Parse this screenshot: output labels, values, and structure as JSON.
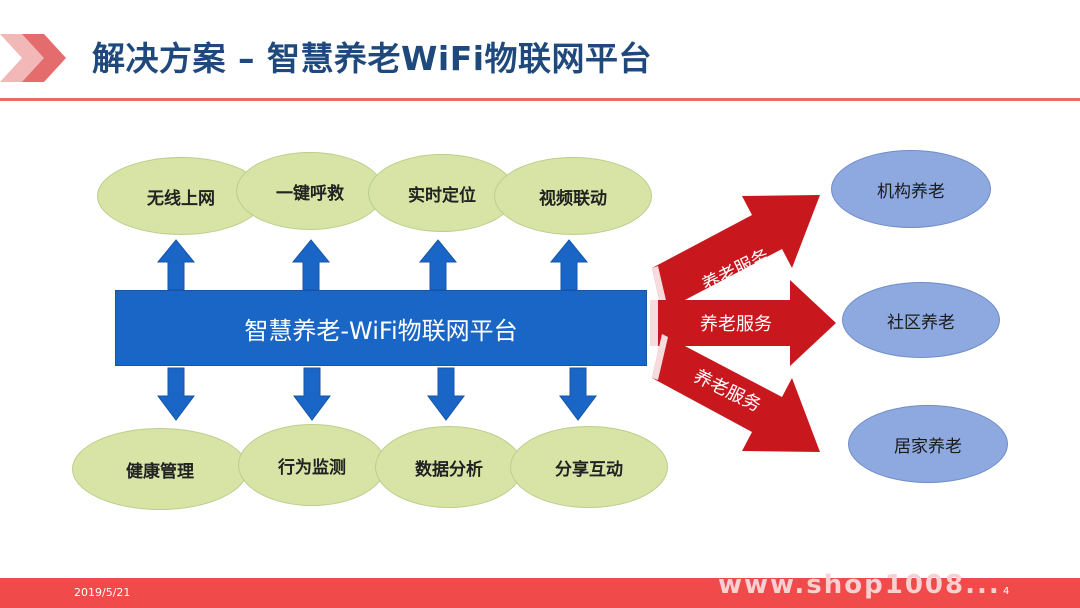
{
  "header": {
    "title": "解决方案 – 智慧养老WiFi物联网平台"
  },
  "platform": {
    "label": "智慧养老-WiFi物联网平台"
  },
  "top_features": [
    {
      "label": "无线上网"
    },
    {
      "label": "一键呼救"
    },
    {
      "label": "实时定位"
    },
    {
      "label": "视频联动"
    }
  ],
  "bottom_features": [
    {
      "label": "健康管理"
    },
    {
      "label": "行为监测"
    },
    {
      "label": "数据分析"
    },
    {
      "label": "分享互动"
    }
  ],
  "services": [
    {
      "label": "养老服务"
    },
    {
      "label": "养老服务"
    },
    {
      "label": "养老服务"
    }
  ],
  "targets": [
    {
      "label": "机构养老"
    },
    {
      "label": "社区养老"
    },
    {
      "label": "居家养老"
    }
  ],
  "footer": {
    "date": "2019/5/21",
    "watermark": "www.shop1008...",
    "page_number": "4"
  },
  "colors": {
    "title": "#1f497d",
    "accent_red": "#e02020",
    "platform_blue": "#1a66c6",
    "oval_green": "#d7e4a6",
    "target_blue": "#8ea9df"
  }
}
